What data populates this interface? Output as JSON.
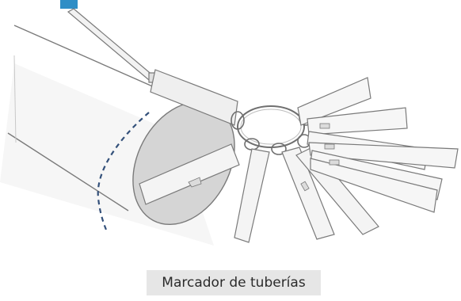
{
  "caption": {
    "text": "Marcador de tuberías"
  },
  "colors": {
    "accent_tab": "#2f8ec6",
    "caption_background": "#e6e6e6",
    "line": "#7a7a7a",
    "pipe_end_fill": "#d5d5d5",
    "dashed_arc": "#33507a"
  },
  "illustration": {
    "subject": "pipe-with-radial-marker-tags",
    "icon": "pipe-marker-illustration"
  }
}
